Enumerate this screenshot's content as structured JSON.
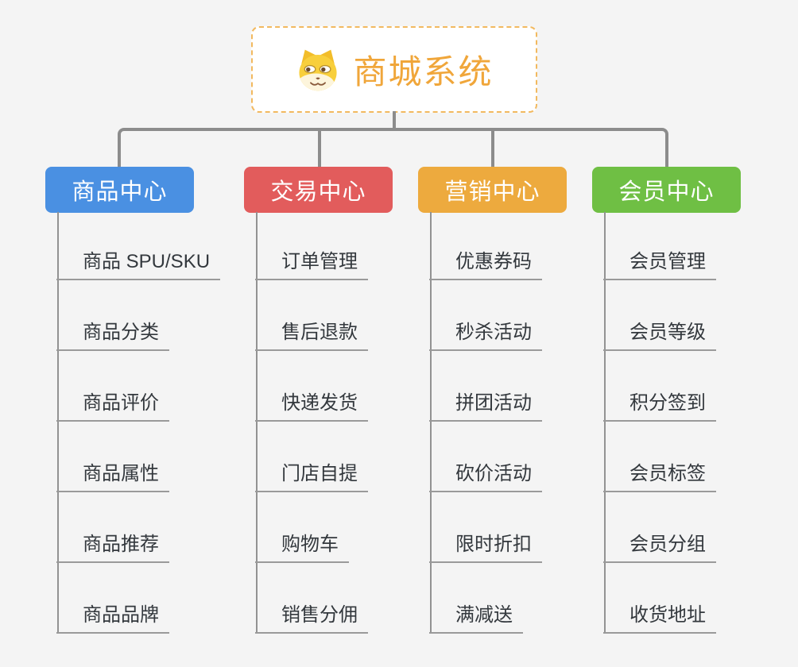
{
  "canvas": {
    "background": "#f4f4f4",
    "connector_color": "#8c8c8c"
  },
  "root": {
    "title": "商城系统",
    "icon": "doge-icon",
    "text_color": "#f0a63a",
    "border_color": "#f2b95f"
  },
  "branches": [
    {
      "label": "商品中心",
      "color": "#4a90e2",
      "items": [
        "商品 SPU/SKU",
        "商品分类",
        "商品评价",
        "商品属性",
        "商品推荐",
        "商品品牌"
      ]
    },
    {
      "label": "交易中心",
      "color": "#e25c5c",
      "items": [
        "订单管理",
        "售后退款",
        "快递发货",
        "门店自提",
        "购物车",
        "销售分佣"
      ]
    },
    {
      "label": "营销中心",
      "color": "#edaa3e",
      "items": [
        "优惠券码",
        "秒杀活动",
        "拼团活动",
        "砍价活动",
        "限时折扣",
        "满减送"
      ]
    },
    {
      "label": "会员中心",
      "color": "#6fbf44",
      "items": [
        "会员管理",
        "会员等级",
        "积分签到",
        "会员标签",
        "会员分组",
        "收货地址"
      ]
    }
  ]
}
